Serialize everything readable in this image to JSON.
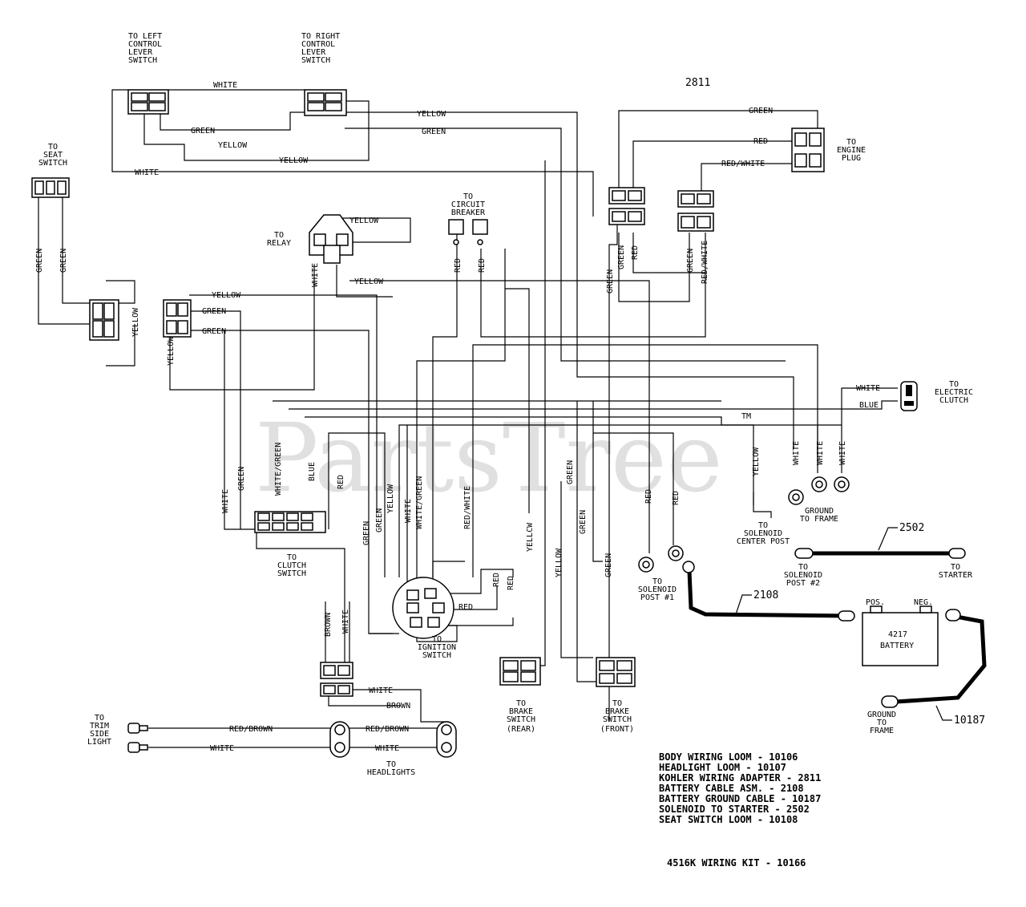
{
  "title_number": "2811",
  "watermark": "PartsTree",
  "trademark": "TM",
  "connector_labels": {
    "left_lever": [
      "TO LEFT",
      "CONTROL",
      "LEVER",
      "SWITCH"
    ],
    "right_lever": [
      "TO RIGHT",
      "CONTROL",
      "LEVER",
      "SWITCH"
    ],
    "seat": [
      "TO",
      "SEAT",
      "SWITCH"
    ],
    "relay": [
      "TO",
      "RELAY"
    ],
    "breaker": [
      "TO",
      "CIRCUIT",
      "BREAKER"
    ],
    "engine": [
      "TO",
      "ENGINE",
      "PLUG"
    ],
    "clutch_elec": [
      "TO",
      "ELECTRIC",
      "CLUTCH"
    ],
    "clutch_sw": [
      "TO",
      "CLUTCH",
      "SWITCH"
    ],
    "ignition": [
      "TO",
      "IGNITION",
      "SWITCH"
    ],
    "brake_rear": [
      "TO",
      "BRAKE",
      "SWITCH",
      "(REAR)"
    ],
    "brake_front": [
      "TO",
      "BRAKE",
      "SWITCH",
      "(FRONT)"
    ],
    "sol_center": [
      "TO",
      "SOLENOID",
      "CENTER POST"
    ],
    "ground_frame": [
      "GROUND",
      "TO FRAME"
    ],
    "sol_post2": [
      "TO",
      "SOLENOID",
      "POST #2"
    ],
    "starter": [
      "TO",
      "STARTER"
    ],
    "sol_post1": [
      "TO",
      "SOLENOID",
      "POST #1"
    ],
    "ground_frame2": [
      "GROUND",
      "TO",
      "FRAME"
    ],
    "trim": [
      "TO",
      "TRIM",
      "SIDE",
      "LIGHT"
    ],
    "headlights": [
      "TO",
      "HEADLIGHTS"
    ]
  },
  "wire_colors": {
    "white": "WHITE",
    "green": "GREEN",
    "yellow": "YELLOW",
    "red": "RED",
    "red_white": "RED/WHITE",
    "blue": "BLUE",
    "white_green": "WHITE/GREEN",
    "brown": "BROWN",
    "red_brown": "RED/BROWN",
    "yellow_alt": "YELLCW"
  },
  "battery": {
    "pos": "POS.",
    "neg": "NEG.",
    "model": "4217",
    "name": "BATTERY"
  },
  "part_numbers": {
    "solenoid_starter": "2502",
    "battery_cable": "2108",
    "battery_ground": "10187"
  },
  "legend": [
    "BODY WIRING LOOM - 10106",
    "HEADLIGHT LOOM - 10107",
    "KOHLER WIRING ADAPTER - 2811",
    "BATTERY CABLE ASM. - 2108",
    "BATTERY GROUND CABLE - 10187",
    "SOLENOID TO STARTER - 2502",
    "SEAT SWITCH LOOM - 10108"
  ],
  "kit_title": "4516K WIRING KIT - 10166"
}
